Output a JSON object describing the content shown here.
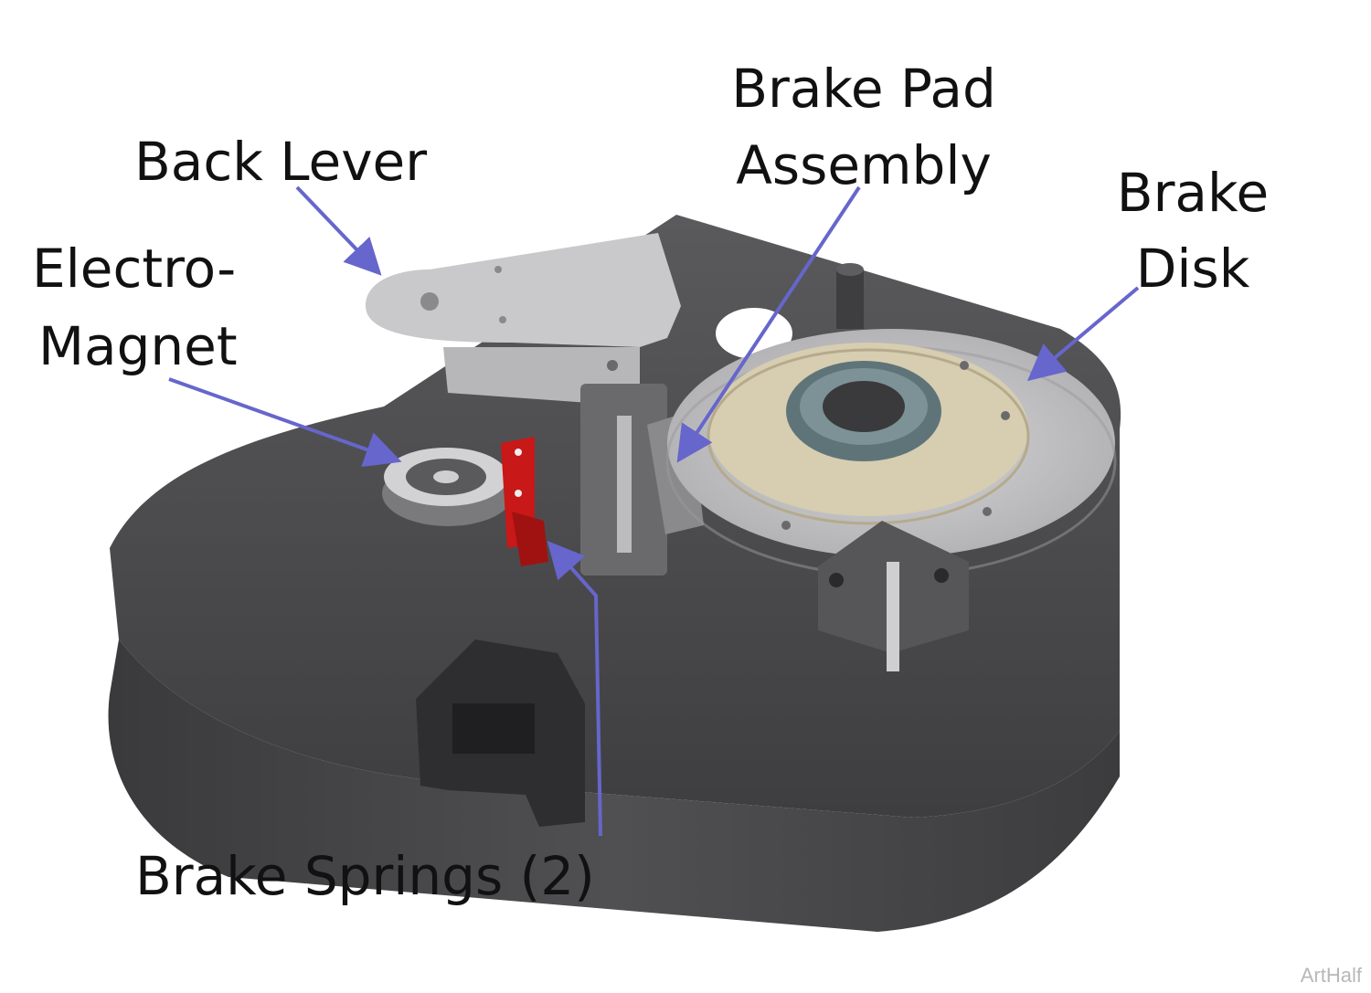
{
  "labels": {
    "back_lever": "Back Lever",
    "brake_pad_line1": "Brake Pad",
    "brake_pad_line2": "Assembly",
    "brake_disk_line1": "Brake",
    "brake_disk_line2": "Disk",
    "electro_line1": "Electro-",
    "electro_line2": "Magnet",
    "brake_springs": "Brake Springs (2)"
  },
  "watermark": "ArtHalf",
  "colors": {
    "housing": "#4a4a4c",
    "disk": "#c9c9cb",
    "hub_plate": "#d7cdb0",
    "bearing": "#5e7478",
    "spring": "#c81818",
    "arrow": "#6666cc"
  }
}
